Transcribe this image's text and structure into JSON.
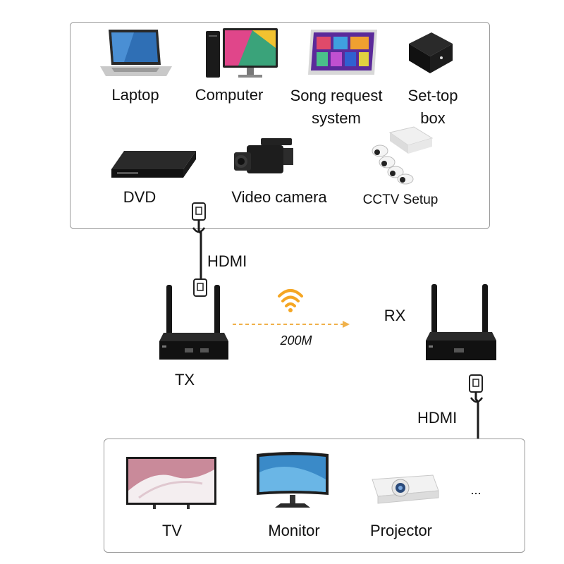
{
  "sources": {
    "laptop": "Laptop",
    "computer": "Computer",
    "song_request_line1": "Song request",
    "song_request_line2": "system",
    "settop_line1": "Set-top",
    "settop_line2": "box",
    "dvd": "DVD",
    "video_camera": "Video camera",
    "cctv": "CCTV Setup"
  },
  "link": {
    "hdmi_in": "HDMI",
    "hdmi_out": "HDMI",
    "wireless_distance": "200M"
  },
  "units": {
    "tx": "TX",
    "rx": "RX"
  },
  "displays": {
    "tv": "TV",
    "monitor": "Monitor",
    "projector": "Projector",
    "more": "..."
  },
  "colors": {
    "wifi": "#f5a623",
    "dashed_arrow": "#f0b14a",
    "box_border": "#9a9a9a",
    "device_dark": "#1c1c1c"
  },
  "icons": [
    "laptop-icon",
    "computer-icon",
    "song-request-icon",
    "settop-box-icon",
    "dvd-player-icon",
    "video-camera-icon",
    "cctv-icon",
    "wifi-icon",
    "hdmi-plug-icon",
    "tv-icon",
    "monitor-icon",
    "projector-icon"
  ]
}
